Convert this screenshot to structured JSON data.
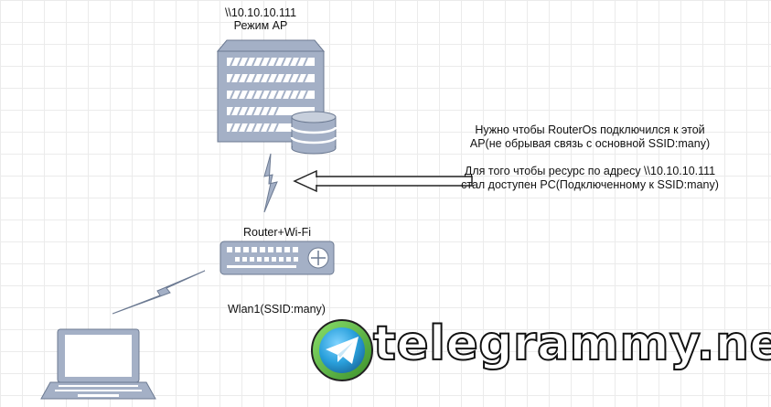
{
  "server": {
    "address": "\\\\10.10.10.111",
    "mode": "Режим AP"
  },
  "router": {
    "label": "Router+Wi-Fi"
  },
  "wlan": {
    "label": "Wlan1(SSID:many)"
  },
  "note": {
    "line1": "Нужно чтобы RouterOs подключился к этой",
    "line2": "AP(не обрывая связь с основной SSID:many)",
    "line3": "Для того чтобы ресурс по адресу \\\\10.10.10.111",
    "line4": "стал доступен PC(Подключенному к SSID:many)"
  },
  "watermark": {
    "text": "telegrammy.net"
  },
  "colors": {
    "device_fill": "#a4b0c6",
    "device_stroke": "#6c7a92",
    "accent_white": "#ffffff",
    "telegram_blue": "#2aa0dc"
  },
  "icons": [
    "server-stack-icon",
    "database-icon",
    "router-icon",
    "wireless-bolt-icon",
    "laptop-icon",
    "telegram-logo-icon"
  ]
}
